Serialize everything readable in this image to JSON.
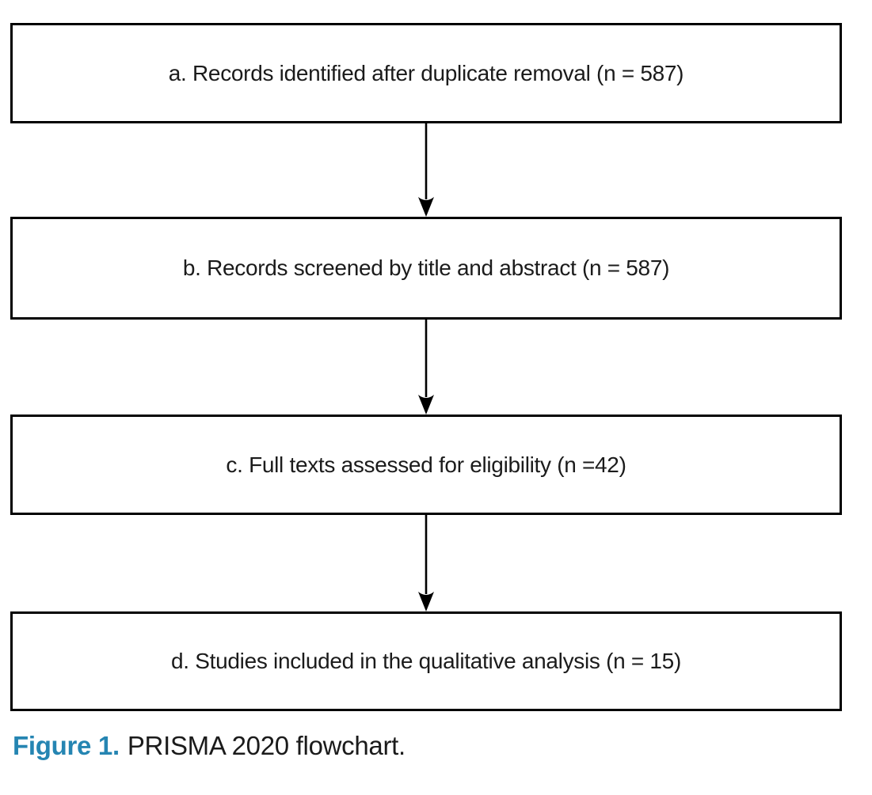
{
  "colors": {
    "background": "#ffffff",
    "box_border": "#000000",
    "arrow": "#000000",
    "text": "#1b1b1b",
    "caption_accent": "#2585b2"
  },
  "flowchart": {
    "boxes": [
      {
        "id": "a",
        "label": "a. Records identified after duplicate removal (n = 587)",
        "n": 587
      },
      {
        "id": "b",
        "label": "b. Records screened by title and abstract (n = 587)",
        "n": 587
      },
      {
        "id": "c",
        "label": "c. Full texts assessed for eligibility (n =42)",
        "n": 42
      },
      {
        "id": "d",
        "label": "d. Studies included in the qualitative analysis (n = 15)",
        "n": 15
      }
    ],
    "arrows": [
      {
        "from": "a",
        "to": "b",
        "direction": "down"
      },
      {
        "from": "b",
        "to": "c",
        "direction": "down"
      },
      {
        "from": "c",
        "to": "d",
        "direction": "down"
      }
    ]
  },
  "caption": {
    "label": "Figure 1.",
    "text": "PRISMA 2020 flowchart."
  }
}
